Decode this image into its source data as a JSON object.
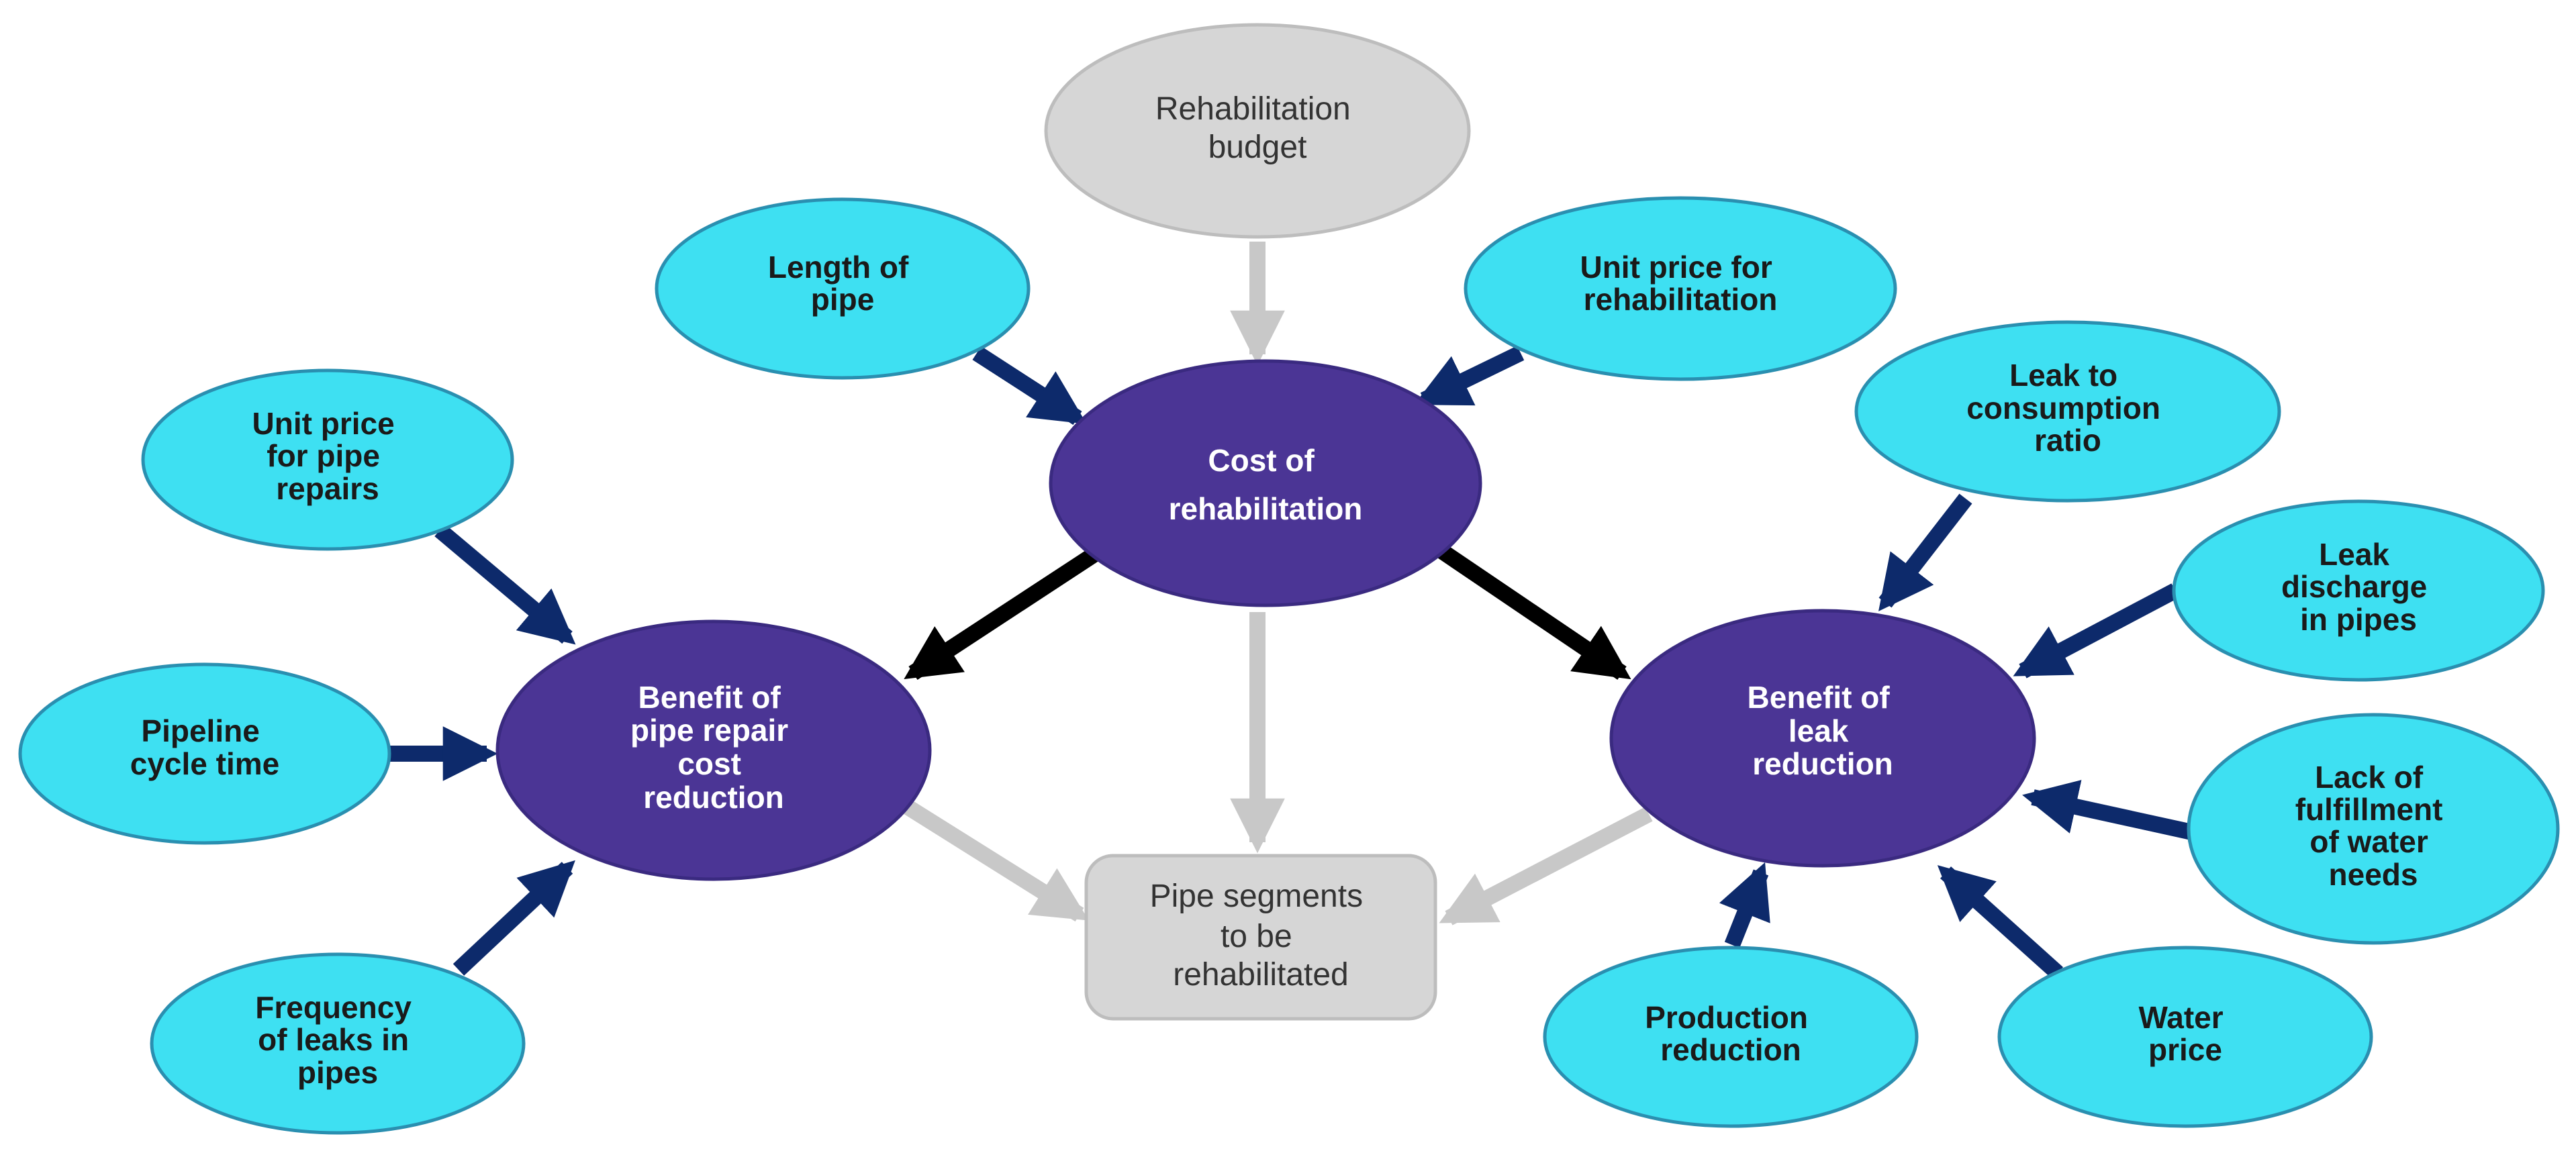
{
  "colors": {
    "input_node": "#3ee0f2",
    "input_node_stroke": "#2a8fb0",
    "main_node": "#4b3595",
    "main_node_stroke": "#3a2a80",
    "external_node": "#d6d6d6",
    "external_node_stroke": "#bdbdbd",
    "arrow_input": "#0d2a6b",
    "arrow_main": "#000000",
    "arrow_gray": "#c8c8c8"
  },
  "nodes": {
    "rehab_budget": {
      "lines": [
        "Rehabilitation",
        "budget"
      ],
      "kind": "external"
    },
    "length_pipe": {
      "lines": [
        "Length of",
        "pipe"
      ],
      "kind": "input"
    },
    "unit_price_rehab": {
      "lines": [
        "Unit price for",
        "rehabilitation"
      ],
      "kind": "input"
    },
    "cost_rehab": {
      "lines": [
        "Cost of",
        "rehabilitation"
      ],
      "kind": "main"
    },
    "leak_consumption": {
      "lines": [
        "Leak to",
        "consumption",
        "ratio"
      ],
      "kind": "input"
    },
    "unit_price_repairs": {
      "lines": [
        "Unit price",
        "for pipe",
        "repairs"
      ],
      "kind": "input"
    },
    "leak_discharge": {
      "lines": [
        "Leak",
        "discharge",
        "in pipes"
      ],
      "kind": "input"
    },
    "pipeline_cycle": {
      "lines": [
        "Pipeline",
        "cycle time"
      ],
      "kind": "input"
    },
    "benefit_repair": {
      "lines": [
        "Benefit of",
        "pipe repair",
        "cost",
        "reduction"
      ],
      "kind": "main"
    },
    "benefit_leak": {
      "lines": [
        "Benefit of",
        "leak",
        "reduction"
      ],
      "kind": "main"
    },
    "lack_fulfillment": {
      "lines": [
        "Lack of",
        "fulfillment",
        "of water",
        "needs"
      ],
      "kind": "input"
    },
    "pipe_segments": {
      "lines": [
        "Pipe segments",
        "to be",
        "rehabilitated"
      ],
      "kind": "output"
    },
    "freq_leaks": {
      "lines": [
        "Frequency",
        "of leaks in",
        "pipes"
      ],
      "kind": "input"
    },
    "production_reduction": {
      "lines": [
        "Production",
        "reduction"
      ],
      "kind": "input"
    },
    "water_price": {
      "lines": [
        "Water",
        "price"
      ],
      "kind": "input"
    }
  }
}
